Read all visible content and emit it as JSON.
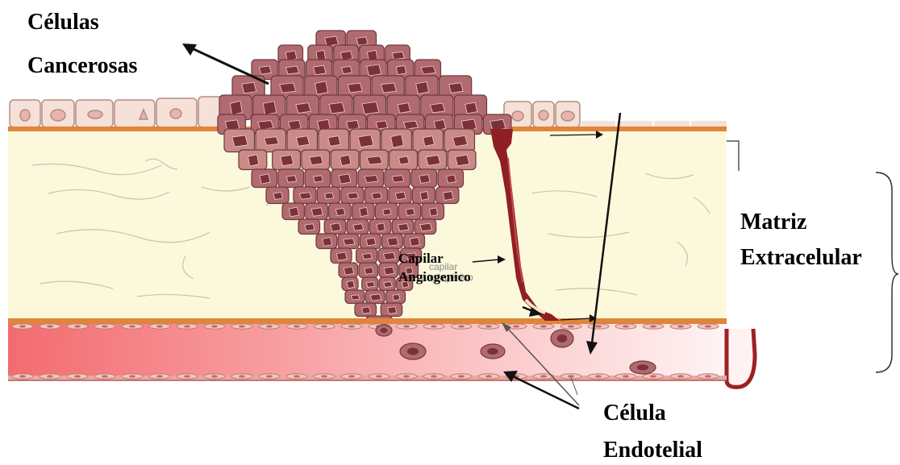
{
  "labels": {
    "cancer_cells_line1": "Células",
    "cancer_cells_line2": "Cancerosas",
    "matrix_line1": "Matriz",
    "matrix_line2": "Extracelular",
    "capillary_line1": "Capilar",
    "capillary_line2": "Angiogenico",
    "endothelial_line1": "Célula",
    "endothelial_line2": "Endotelial"
  },
  "underlying_text": {
    "line1": "capilar",
    "line2": "angiogénico"
  },
  "colors": {
    "matrix": "#fcf8dc",
    "membrane": "#e0853a",
    "cell_fill": "#b06a70",
    "cell_fill_light": "#c98a88",
    "cell_stroke": "#6e3a3e",
    "nucleus": "#7a3238",
    "capillary": "#8f1f22",
    "vessel_start": "#f36b6f",
    "vessel_end": "#fff4f4",
    "epithelium": "#f5e1d8"
  },
  "icons": {
    "bracket": "right-curly-brace",
    "arrows": "black-arrow"
  }
}
